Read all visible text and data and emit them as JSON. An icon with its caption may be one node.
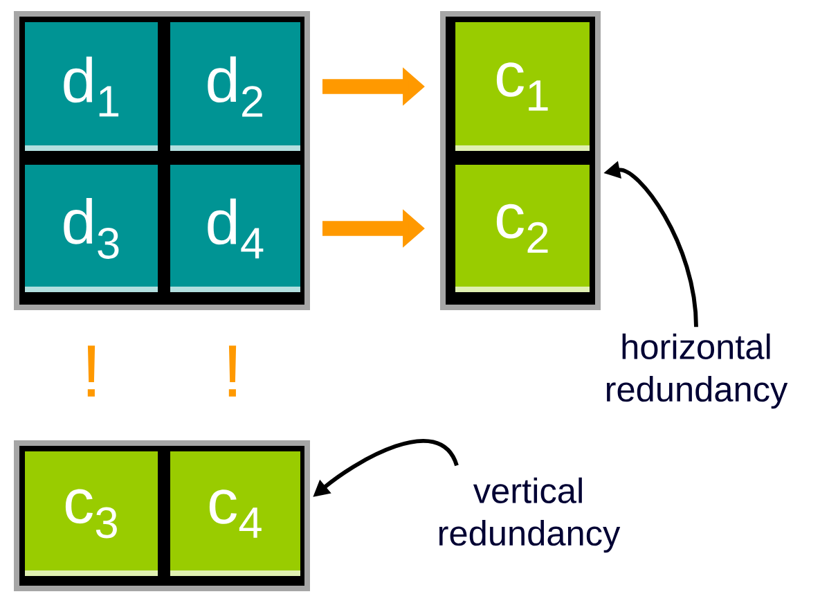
{
  "diagram": {
    "nodes": [
      {
        "text": [
          "d$_{1}$"
        ]
      },
      {
        "text": [
          "d$_{2}$"
        ]
      },
      {
        "text": [
          "d$_{3}$"
        ]
      },
      {
        "text": [
          "d$_{4}$"
        ]
      },
      {
        "text": [
          "c$_{1}$"
        ]
      },
      {
        "text": [
          "c$_{2}$"
        ]
      },
      {
        "text": [
          "c$_{3}$"
        ]
      },
      {
        "text": [
          "c$_{4}$"
        ]
      },
      {
        "text": [
          "horizontal redundancy"
        ]
      },
      {
        "text": [
          "vertical redundancy"
        ]
      }
    ],
    "edges": [
      {
        "from": 1,
        "to": 4,
        "arrow": "to",
        "style": "thick",
        "color": "#ff9900"
      },
      {
        "from": 3,
        "to": 5,
        "arrow": "to",
        "style": "thick",
        "color": "#ff9900"
      },
      {
        "from": 8,
        "to": 5,
        "arrow": "to",
        "color": "#000000"
      },
      {
        "from": 9,
        "to": 7,
        "arrow": "to",
        "color": "#000000"
      }
    ],
    "labels": [
      "!",
      "!"
    ]
  }
}
